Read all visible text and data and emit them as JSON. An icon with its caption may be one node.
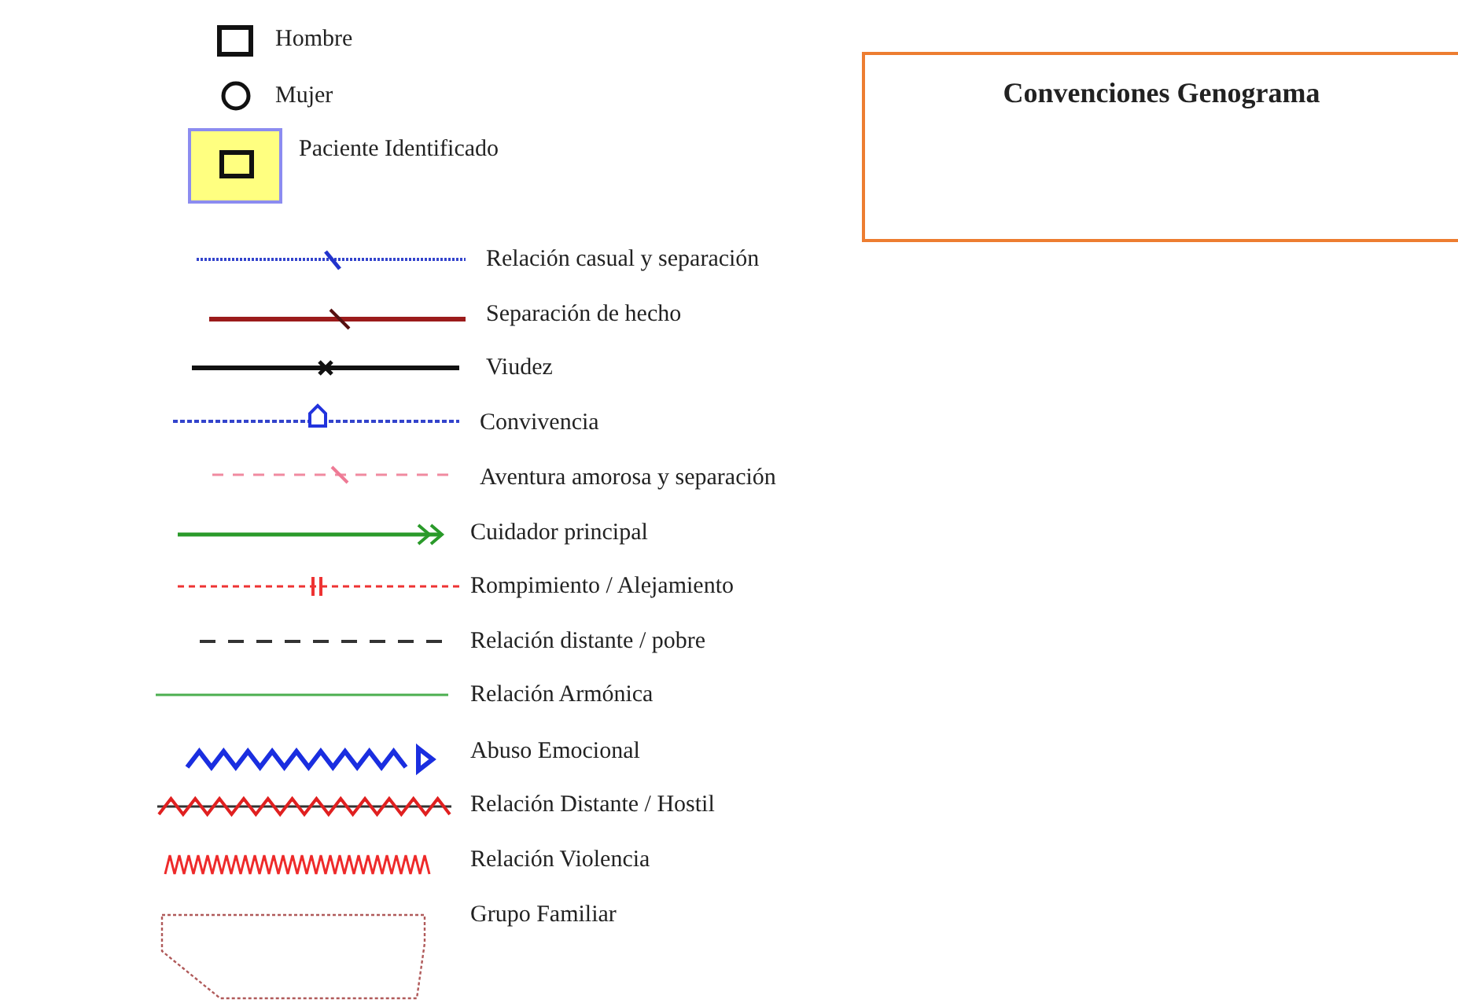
{
  "diagram": {
    "nodes": [
      {
        "text": [
          "Convenciones Genograma"
        ]
      }
    ],
    "edges": [],
    "legend": [
      {
        "text": "Hombre"
      },
      {
        "text": "Mujer"
      },
      {
        "text": "Paciente Identificado"
      },
      {
        "text": "Relación casual y separación"
      },
      {
        "text": "Separación de hecho"
      },
      {
        "text": "Viudez"
      },
      {
        "text": "Convivencia"
      },
      {
        "text": "Aventura amorosa y separación"
      },
      {
        "text": "Cuidador principal"
      },
      {
        "text": "Rompimiento / Alejamiento"
      },
      {
        "text": "Relación distante / pobre"
      },
      {
        "text": "Relación Armónica"
      },
      {
        "text": "Abuso Emocional"
      },
      {
        "text": "Relación Distante / Hostil"
      },
      {
        "text": "Relación Violencia"
      },
      {
        "text": "Grupo Familiar"
      }
    ]
  }
}
